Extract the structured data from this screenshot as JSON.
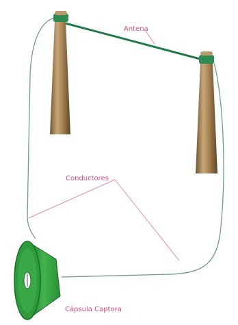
{
  "labels": {
    "antenna": "Antena",
    "conductors": "Conductores",
    "capsule": "Cápsula Captora"
  },
  "colors": {
    "label_text": "#d94a7a",
    "pointer_lines": "#e48aa8",
    "antenna_wire": "#1f7a4a",
    "conductor_wire": "#6f9c86",
    "tower_wood": "#9a7a4a",
    "capsule_green": "#2a9a3a"
  }
}
